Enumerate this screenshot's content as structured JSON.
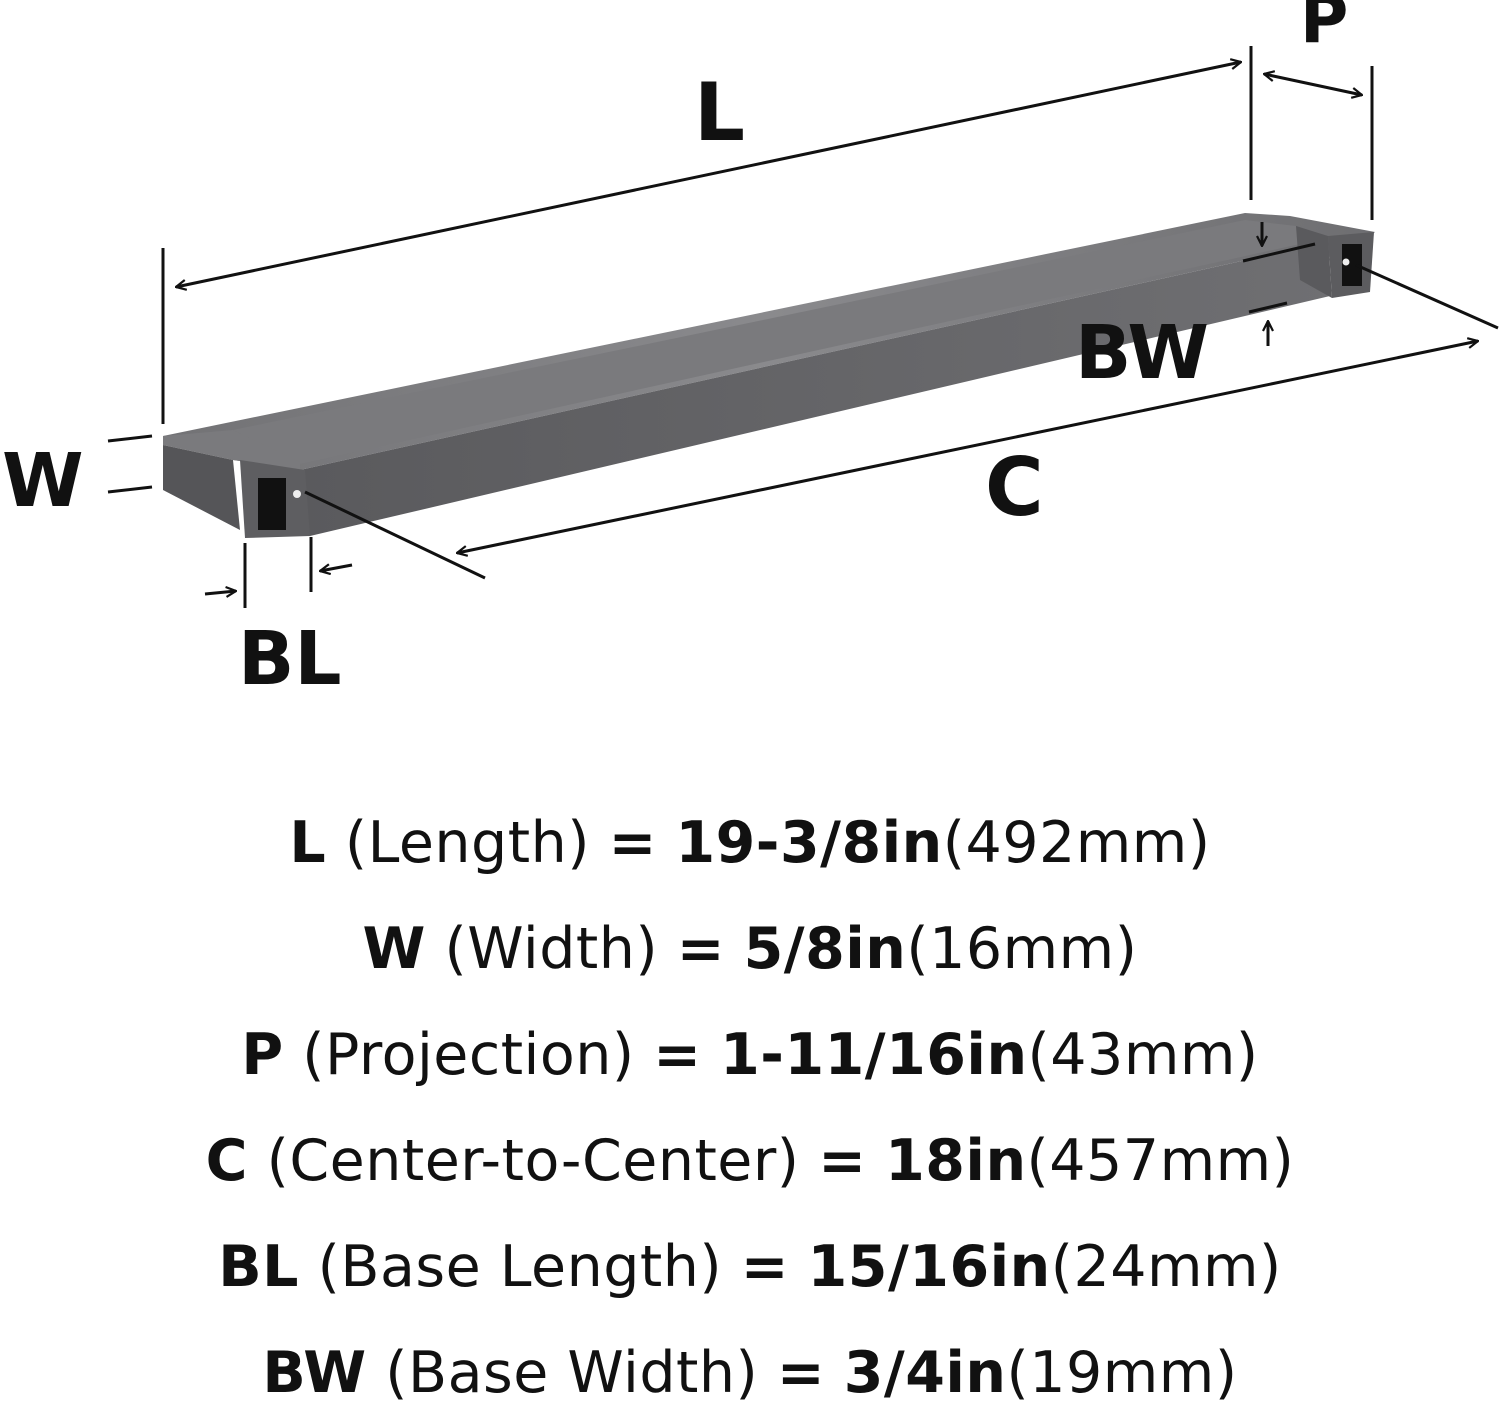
{
  "diagram": {
    "labels": {
      "L": "L",
      "P": "P",
      "BW": "BW",
      "W": "W",
      "C": "C",
      "BL": "BL"
    },
    "colors": {
      "bar_face": "#6b6b6d",
      "bar_top": "#7d7d80",
      "bar_dark": "#4a4a4c",
      "line": "#111111"
    }
  },
  "specs": [
    {
      "code": "L",
      "name": "(Length)",
      "eq": "=",
      "inch": "19-3/8in",
      "mm": "(492mm)"
    },
    {
      "code": "W",
      "name": "(Width)",
      "eq": "=",
      "inch": "5/8in",
      "mm": "(16mm)"
    },
    {
      "code": "P",
      "name": "(Projection)",
      "eq": "=",
      "inch": "1-11/16in",
      "mm": "(43mm)"
    },
    {
      "code": "C",
      "name": "(Center-to-Center)",
      "eq": "=",
      "inch": "18in",
      "mm": "(457mm)"
    },
    {
      "code": "BL",
      "name": "(Base Length)",
      "eq": "=",
      "inch": "15/16in",
      "mm": "(24mm)"
    },
    {
      "code": "BW",
      "name": "(Base Width)",
      "eq": "=",
      "inch": "3/4in",
      "mm": "(19mm)"
    }
  ]
}
